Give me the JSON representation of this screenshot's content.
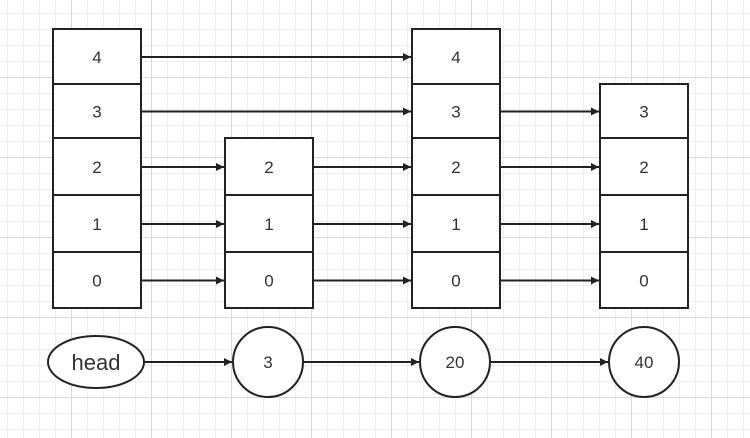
{
  "head_label": "head",
  "nodes": [
    {
      "value": "3",
      "levels": [
        "0",
        "1",
        "2"
      ]
    },
    {
      "value": "20",
      "levels": [
        "0",
        "1",
        "2",
        "3",
        "4"
      ]
    },
    {
      "value": "40",
      "levels": [
        "0",
        "1",
        "2",
        "3"
      ]
    }
  ],
  "head_levels": [
    "0",
    "1",
    "2",
    "3",
    "4"
  ],
  "links": [
    {
      "level": "0",
      "from": "head",
      "to": "3"
    },
    {
      "level": "0",
      "from": "3",
      "to": "20"
    },
    {
      "level": "0",
      "from": "20",
      "to": "40"
    },
    {
      "level": "1",
      "from": "head",
      "to": "3"
    },
    {
      "level": "1",
      "from": "3",
      "to": "20"
    },
    {
      "level": "1",
      "from": "20",
      "to": "40"
    },
    {
      "level": "2",
      "from": "head",
      "to": "3"
    },
    {
      "level": "2",
      "from": "3",
      "to": "20"
    },
    {
      "level": "2",
      "from": "20",
      "to": "40"
    },
    {
      "level": "3",
      "from": "head",
      "to": "20"
    },
    {
      "level": "3",
      "from": "20",
      "to": "40"
    },
    {
      "level": "4",
      "from": "head",
      "to": "20"
    }
  ],
  "list_links": [
    {
      "from": "head",
      "to": "3"
    },
    {
      "from": "3",
      "to": "20"
    },
    {
      "from": "20",
      "to": "40"
    }
  ]
}
